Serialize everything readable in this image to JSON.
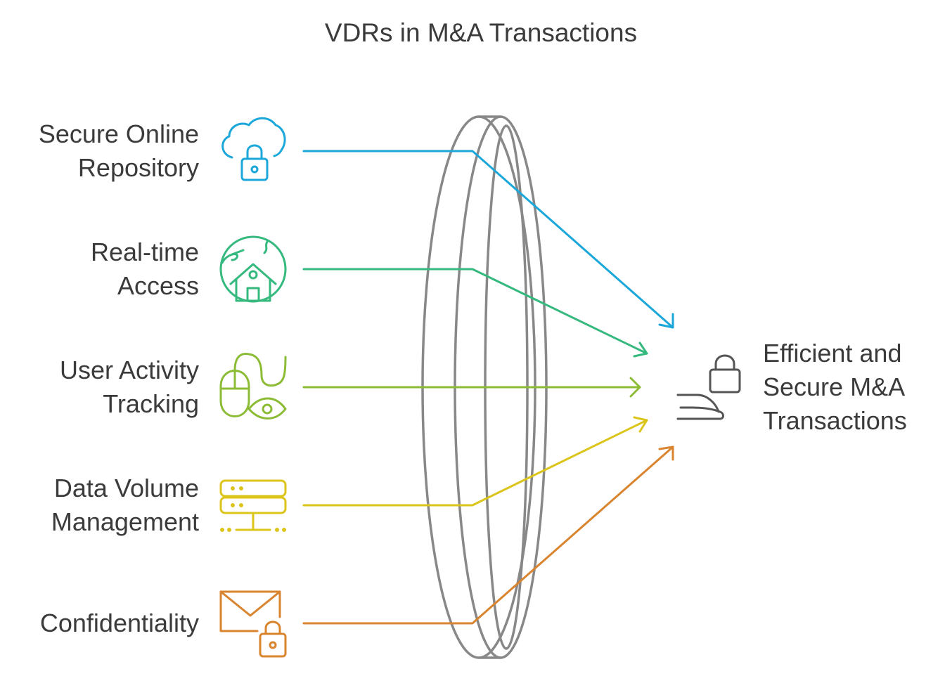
{
  "title": "VDRs in M&A Transactions",
  "inputs": [
    {
      "lines": [
        "Secure Online",
        "Repository"
      ],
      "icon": "cloud-lock-icon",
      "color": "#1ba7d9"
    },
    {
      "lines": [
        "Real-time",
        "Access"
      ],
      "icon": "globe-house-icon",
      "color": "#35b97e"
    },
    {
      "lines": [
        "User Activity",
        "Tracking"
      ],
      "icon": "mouse-eye-icon",
      "color": "#8cbc35"
    },
    {
      "lines": [
        "Data Volume",
        "Management"
      ],
      "icon": "server-network-icon",
      "color": "#dcc51b"
    },
    {
      "lines": [
        "Confidentiality"
      ],
      "icon": "envelope-lock-icon",
      "color": "#d9842e"
    }
  ],
  "lens": {
    "icon": "lens-shape",
    "color": "#888888"
  },
  "outcome": {
    "lines": [
      "Efficient and",
      "Secure M&A",
      "Transactions"
    ],
    "icon": "hand-lock-icon",
    "color": "#555555"
  }
}
